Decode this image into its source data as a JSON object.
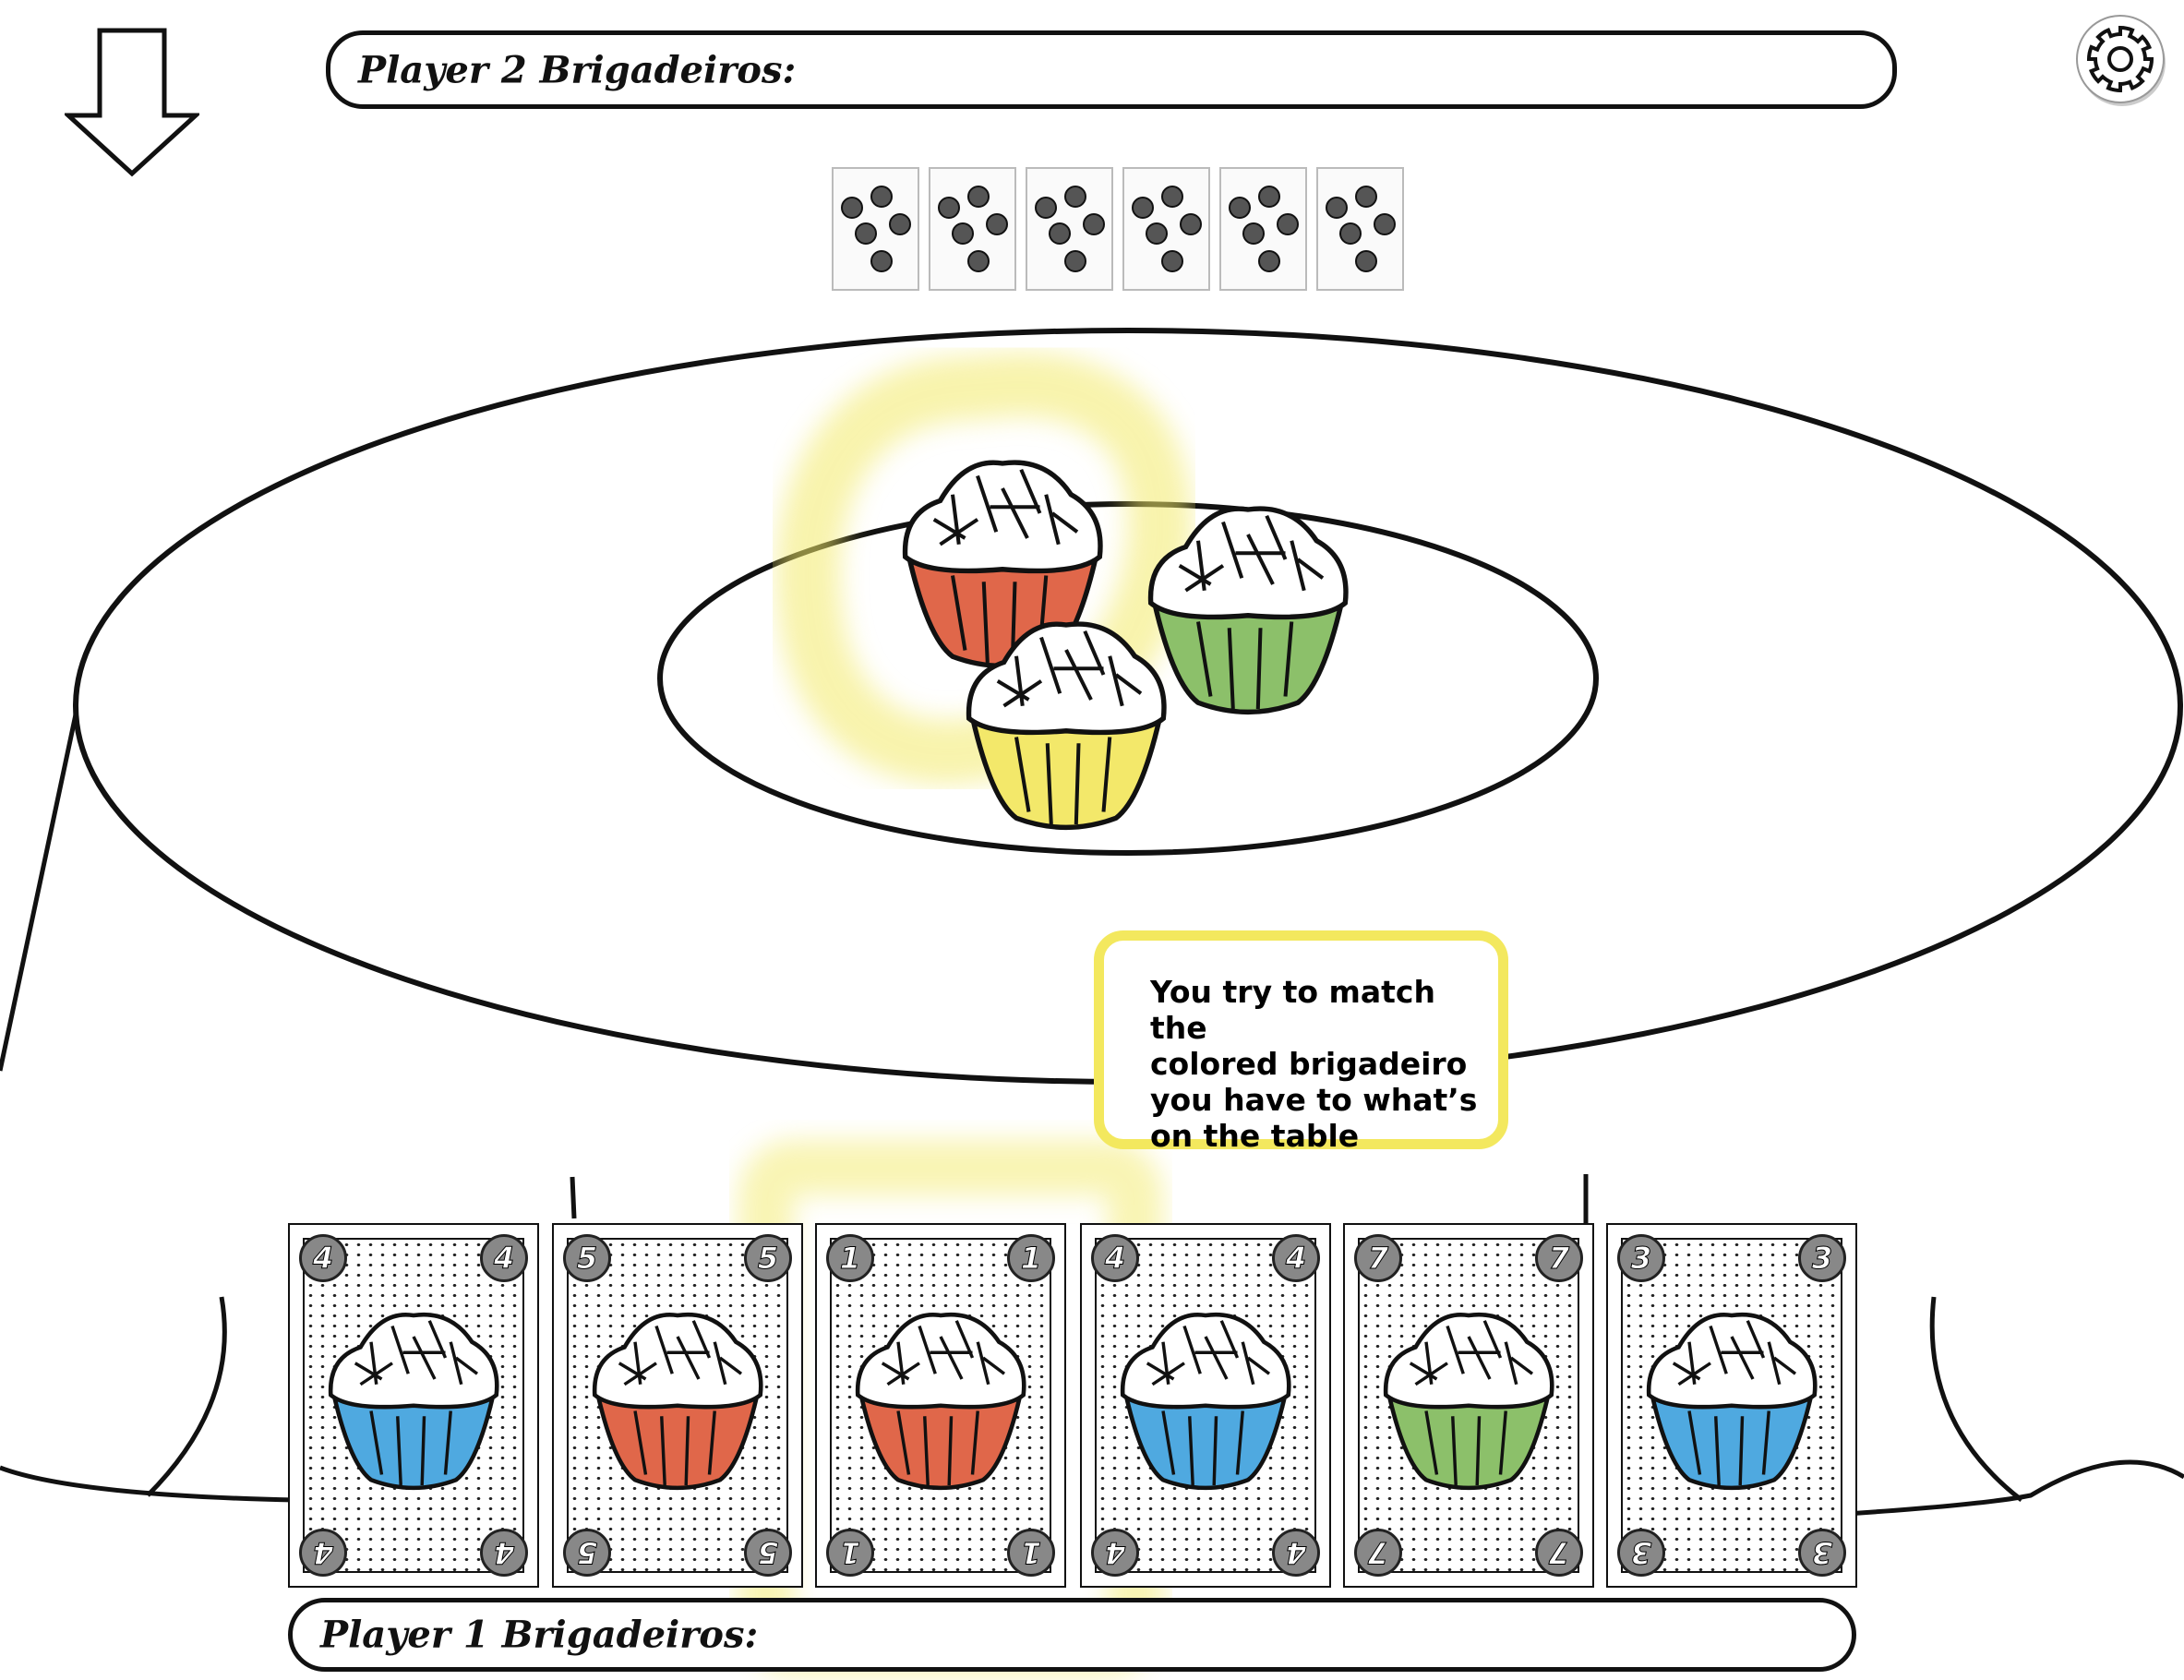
{
  "header": {
    "player2_label": "Player 2 Brigadeiros:"
  },
  "footer": {
    "player1_label": "Player 1 Brigadeiros:"
  },
  "icons": {
    "arrow": "arrow-down-icon",
    "settings": "gear-icon"
  },
  "opponent_deck": {
    "card_count": 6
  },
  "table": {
    "brigadeiros": [
      {
        "color": "red",
        "hex": "#e0674a",
        "highlighted": true
      },
      {
        "color": "green",
        "hex": "#8cc06a",
        "highlighted": false
      },
      {
        "color": "yellow",
        "hex": "#f3e86a",
        "highlighted": false
      }
    ]
  },
  "tooltip": {
    "text": "You try to match the\ncolored brigadeiro\nyou have to what’s\n on the table",
    "border_color": "#f3e85e"
  },
  "hand": {
    "cards": [
      {
        "number": "4",
        "color": "blue",
        "hex": "#4fa9e0"
      },
      {
        "number": "5",
        "color": "red",
        "hex": "#e0674a"
      },
      {
        "number": "1",
        "color": "red",
        "hex": "#e0674a"
      },
      {
        "number": "4",
        "color": "blue",
        "hex": "#4fa9e0"
      },
      {
        "number": "7",
        "color": "green",
        "hex": "#8cc06a"
      },
      {
        "number": "3",
        "color": "blue",
        "hex": "#4fa9e0"
      }
    ]
  }
}
